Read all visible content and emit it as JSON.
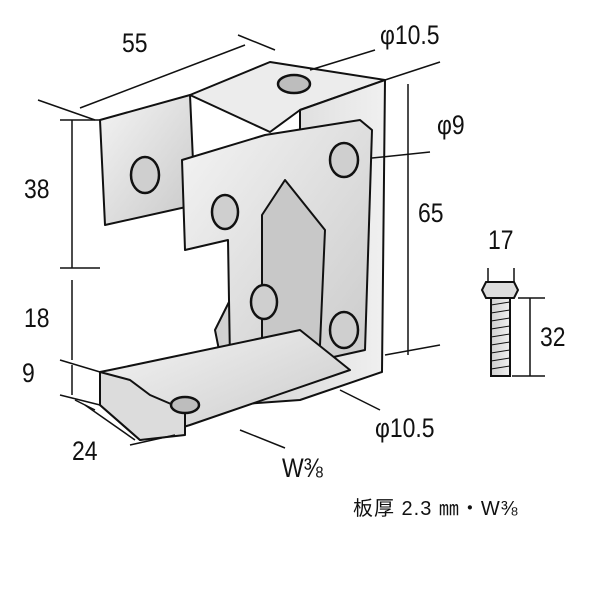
{
  "dimensions": {
    "width_top": "55",
    "hole_top": "φ10.5",
    "hole_side": "φ9",
    "height_upper": "38",
    "height_total": "65",
    "height_mid": "18",
    "height_lower": "9",
    "depth": "24",
    "hole_bottom": "φ10.5",
    "bolt_thread": "W⅜",
    "bolt_head": "17",
    "bolt_length": "32"
  },
  "caption": "板厚 2.3 ㎜・W⅜",
  "colors": {
    "metal": "#e4e4e4",
    "metal_dark": "#b8b8b8",
    "line": "#111111"
  }
}
